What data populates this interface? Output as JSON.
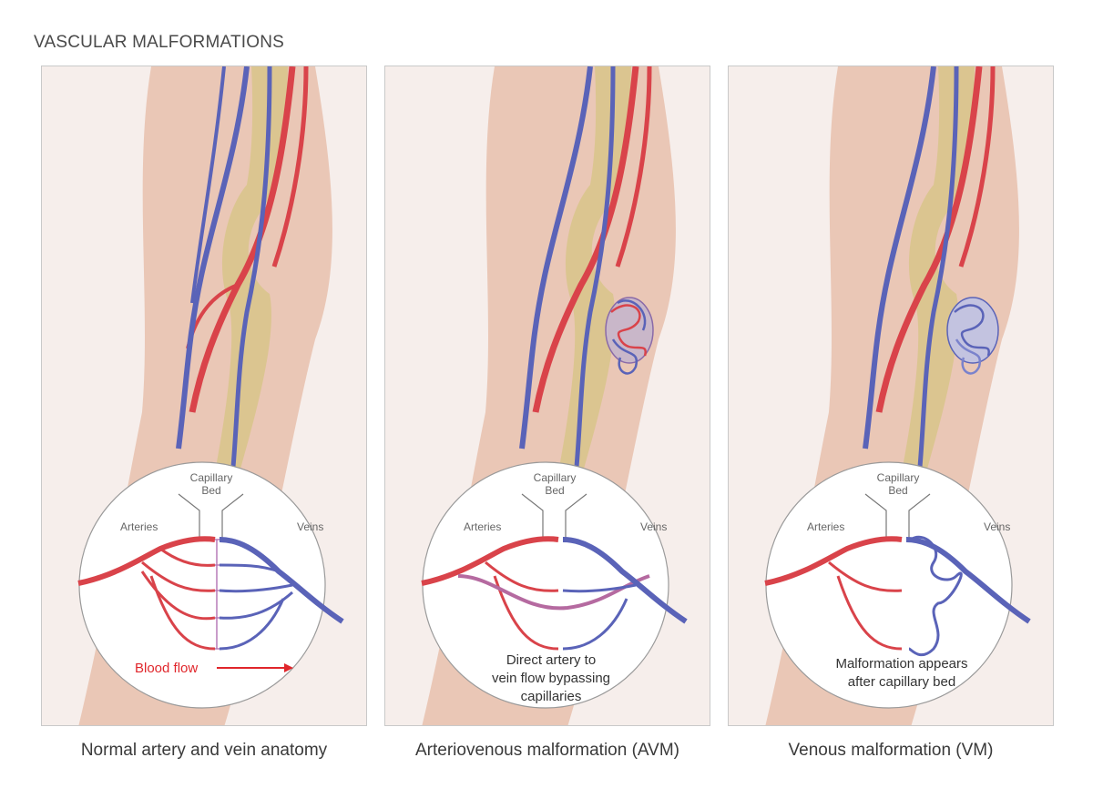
{
  "page": {
    "title": "VASCULAR MALFORMATIONS"
  },
  "labels": {
    "capillary_line1": "Capillary",
    "capillary_line2": "Bed",
    "arteries": "Arteries",
    "veins": "Veins"
  },
  "panels": [
    {
      "caption": "Normal artery and vein anatomy",
      "note_lines": [],
      "flow_label": "Blood flow"
    },
    {
      "caption": "Arteriovenous malformation (AVM)",
      "note_lines": [
        "Direct artery to",
        "vein flow bypassing",
        "capillaries"
      ]
    },
    {
      "caption": "Venous malformation (VM)",
      "note_lines": [
        "Malformation appears",
        "after capillary bed"
      ]
    }
  ],
  "colors": {
    "artery": "#d9434a",
    "vein": "#5a63b8",
    "skin": "#e7c0ad",
    "bone": "#d8c48a",
    "flow_text": "#e0262b",
    "frame": "#c9c9c9",
    "caption_text": "#3a3a3a"
  }
}
